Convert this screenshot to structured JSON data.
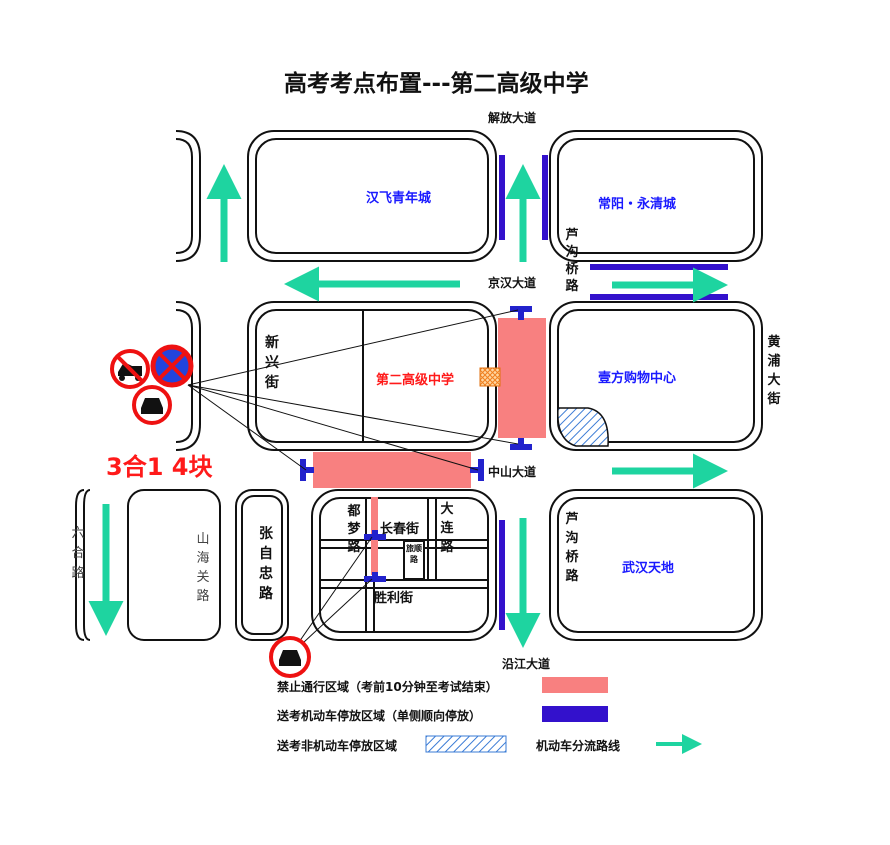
{
  "title": "高考考点布置---第二高级中学",
  "blocks": {
    "top_left": "汉飞青年城",
    "top_right": "常阳・永清城",
    "school": "第二高级中学",
    "mall": "壹方购物中心",
    "bottom_right": "武汉天地"
  },
  "roads": {
    "jiefang": "解放大道",
    "jinghan": "京汉大道",
    "luguoqiao_top": "芦沟桥路",
    "xinxing": "新兴街",
    "huangpu": "黄浦大街",
    "zhongshan": "中山大道",
    "liuhe": "六合路",
    "shanhaiguan": "山海关路",
    "zhangzizhong": "张自忠路",
    "dumeng": "都梦路",
    "changchun": "长春街",
    "dalian": "大连路",
    "lvshun": "旅顺路",
    "shengli": "胜利街",
    "luguoqiao_bottom": "芦沟桥路",
    "yanjiang": "沿江大道"
  },
  "note": "3合1 4块",
  "legend": {
    "no_traffic": "禁止通行区域（考前10分钟至考试结束）",
    "motor_parking": "送考机动车停放区域（单侧顺向停放）",
    "nonmotor_parking": "送考非机动车停放区域",
    "diversion": "机动车分流路线"
  },
  "colors": {
    "no_traffic": "#f88080",
    "motor_parking": "#3311cc",
    "diversion_arrow": "#1ed4a0",
    "sign_red": "#ee1111",
    "block_label": "#1a1aff"
  },
  "icons": [
    "no-parking-icon",
    "no-tricycle-icon",
    "no-car-icon"
  ]
}
